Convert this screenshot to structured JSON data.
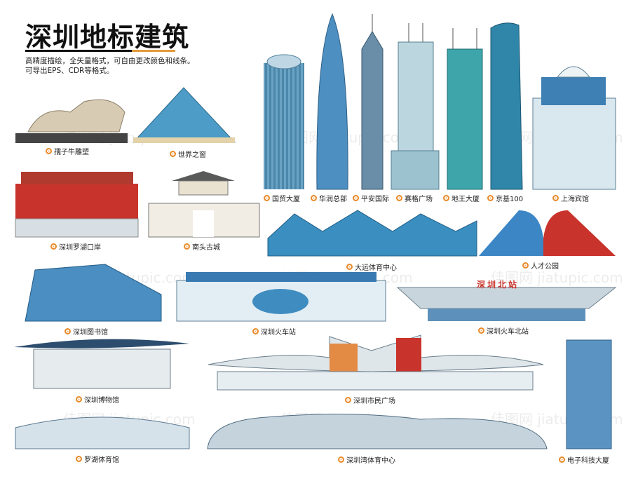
{
  "header": {
    "title": "深圳地标建筑",
    "subtitle_line1": "高精度描绘，全矢量格式，可自由更改颜色和线条。",
    "subtitle_line2": "可导出EPS、CDR等格式。"
  },
  "colors": {
    "accent": "#e39a3b",
    "glass": "#3c84a8",
    "red": "#c8332b"
  },
  "label_icon": "orange-ring-dot-icon",
  "landmarks": [
    {
      "label": "孺子牛雕塑"
    },
    {
      "label": "世界之窗"
    },
    {
      "label": "国贸大厦"
    },
    {
      "label": "华润总部"
    },
    {
      "label": "平安国际"
    },
    {
      "label": "赛格广场"
    },
    {
      "label": "地王大厦"
    },
    {
      "label": "京基100"
    },
    {
      "label": "上海宾馆"
    },
    {
      "label": "深圳罗湖口岸"
    },
    {
      "label": "南头古城"
    },
    {
      "label": "大运体育中心"
    },
    {
      "label": "人才公园"
    },
    {
      "label": "深圳图书馆"
    },
    {
      "label": "深圳火车站"
    },
    {
      "label": "深圳火车北站"
    },
    {
      "label": "深圳博物馆"
    },
    {
      "label": "深圳市民广场"
    },
    {
      "label": "电子科技大厦"
    },
    {
      "label": "罗湖体育馆"
    },
    {
      "label": "深圳湾体育中心"
    }
  ],
  "signs": {
    "north_station": "深圳北站"
  },
  "watermark": "佳图网 jiatupic.com"
}
